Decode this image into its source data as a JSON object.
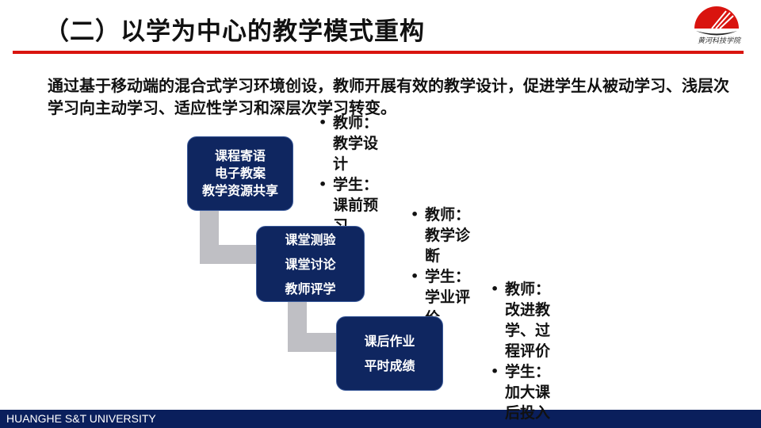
{
  "title": "（二）以学为中心的教学模式重构",
  "logo_text": "黄河科技学院",
  "intro": "通过基于移动端的混合式学习环境创设，教师开展有效的教学设计，促进学生从被动学习、浅层次学习向主动学习、适应性学习和深层次学习转变。",
  "boxes": [
    {
      "lines": [
        "课程寄语",
        "电子教案",
        "教学资源共享"
      ]
    },
    {
      "lines": [
        "课堂测验",
        "课堂讨论",
        "教师评学"
      ]
    },
    {
      "lines": [
        "课后作业",
        "平时成绩"
      ]
    }
  ],
  "notes": [
    {
      "teacher": "教师：教学设计",
      "student": "学生：课前预习"
    },
    {
      "teacher": "教师：教学诊断",
      "student": "学生：学业评价"
    },
    {
      "teacher": "教师：改进教学、过程评价",
      "student": "学生：加大课后投入"
    }
  ],
  "footer": "HUANGHE S&T UNIVERSITY"
}
